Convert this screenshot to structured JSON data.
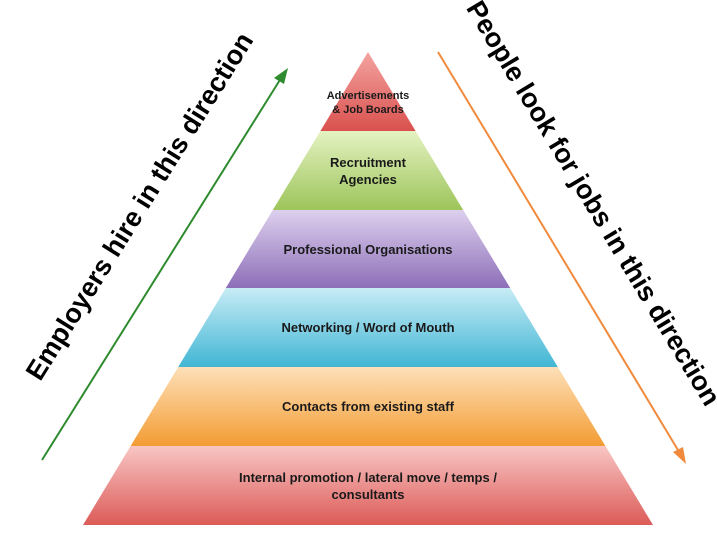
{
  "tiers": [
    {
      "label": "Advertisements\n& Job Boards",
      "color_top": "#f4a3a0",
      "color_bottom": "#d9514e"
    },
    {
      "label": "Recruitment\nAgencies",
      "color_top": "#e4f2c2",
      "color_bottom": "#9dc55a"
    },
    {
      "label": "Professional Organisations",
      "color_top": "#ddd0ee",
      "color_bottom": "#8d6fb8"
    },
    {
      "label": "Networking / Word of Mouth",
      "color_top": "#c8ecf6",
      "color_bottom": "#41b6d4"
    },
    {
      "label": "Contacts from existing staff",
      "color_top": "#fde0b8",
      "color_bottom": "#f39c33"
    },
    {
      "label": "Internal promotion / lateral move / temps /\nconsultants",
      "color_top": "#f8c6c4",
      "color_bottom": "#dc5b58"
    }
  ],
  "left_arrow": {
    "label": "Employers hire in this direction",
    "color": "#2e8b2e"
  },
  "right_arrow": {
    "label": "People look for jobs in this direction",
    "color": "#f08a3c"
  }
}
